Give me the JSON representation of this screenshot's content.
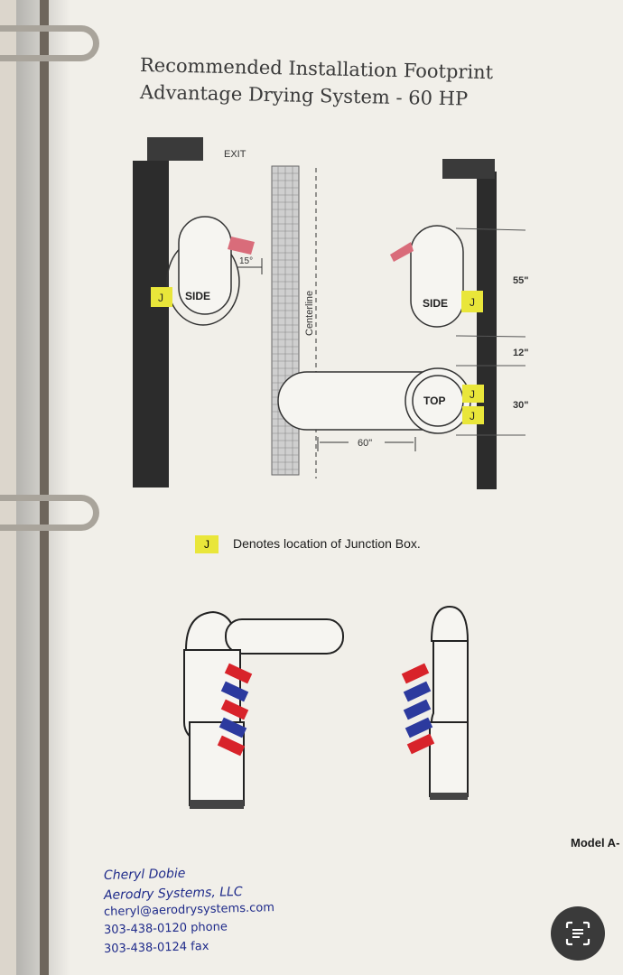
{
  "document": {
    "title_line1": "Recommended Installation Footprint",
    "title_line2": "Advantage Drying System - 60 HP",
    "exit_label": "EXIT",
    "centerline_label": "Centerline",
    "side_label_left": "SIDE",
    "side_label_right": "SIDE",
    "top_label": "TOP",
    "junction_letter": "J",
    "angle_label": "15°",
    "dim_55": "55\"",
    "dim_12": "12\"",
    "dim_30": "30\"",
    "dim_60": "60\"",
    "legend_text": "Denotes location of Junction Box.",
    "model_label": "Model A-",
    "contact": {
      "name": "Cheryl Dobie",
      "company": "Aerodry Systems, LLC",
      "email": "cheryl@aerodrysystems.com",
      "phone": "303-438-0120 phone",
      "fax": "303-438-0124 fax"
    }
  },
  "colors": {
    "junction_yellow": "#e9e63a",
    "nozzle_red": "#d8232a",
    "nozzle_blue": "#2c3a9e",
    "ink_blue": "#1e2a8a"
  },
  "app": {
    "scan_button_icon": "text-scan-icon"
  }
}
